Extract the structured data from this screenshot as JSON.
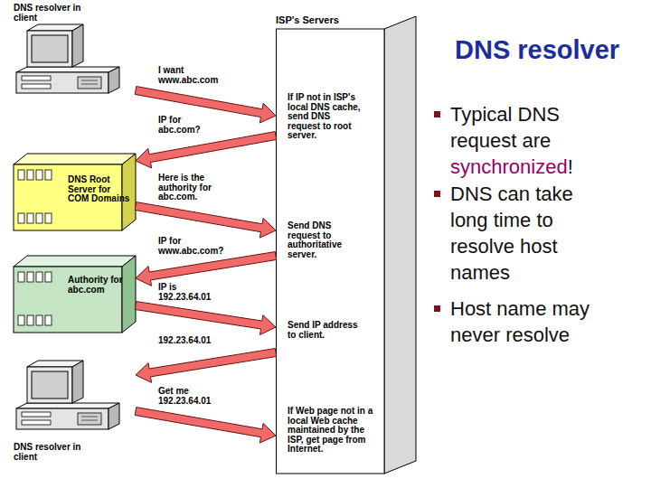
{
  "diagram": {
    "title": "DNS resolver",
    "nodes": [
      {
        "text": [
          "DNS resolver in client"
        ]
      },
      {
        "text": [
          "ISP's Servers",
          "If IP not in ISP's local DNS cache, send DNS request to root server.",
          "Send DNS request to authoritative server.",
          "Send IP address to client.",
          "If Web page not in a local Web cache maintained by the ISP, get page from Internet."
        ]
      },
      {
        "text": [
          "DNS Root Server for COM Domains"
        ]
      },
      {
        "text": [
          "Authority for abc.com"
        ]
      },
      {
        "text": [
          "DNS resolver in client"
        ]
      }
    ],
    "edges": [
      {
        "from": 0,
        "to": 1,
        "arrow": "to",
        "label": "I want www.abc.com"
      },
      {
        "from": 1,
        "to": 2,
        "arrow": "to",
        "label": "IP for abc.com?"
      },
      {
        "from": 2,
        "to": 1,
        "arrow": "to",
        "label": "Here is the authority for abc.com."
      },
      {
        "from": 1,
        "to": 3,
        "arrow": "to",
        "label": "IP for www.abc.com?"
      },
      {
        "from": 3,
        "to": 1,
        "arrow": "to",
        "label": "IP is 192.23.64.01"
      },
      {
        "from": 1,
        "to": 4,
        "arrow": "to",
        "label": "192.23.64.01"
      },
      {
        "from": 4,
        "to": 1,
        "arrow": "to",
        "label": "Get me 192.23.64.01"
      }
    ],
    "labels": [
      "Typical DNS request are",
      "synchronized",
      "!",
      "DNS can take long time to resolve host names",
      "Host name may never resolve"
    ]
  }
}
